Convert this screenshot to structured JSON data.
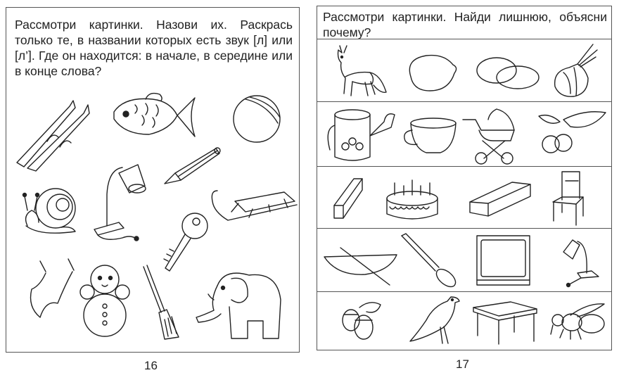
{
  "left_page": {
    "instruction": "Рассмотри картинки. Назови их. Раскрась только те, в названии которых есть звук [л] или [л’]. Где он находится: в начале, в середине или в конце слова?",
    "page_number": "16",
    "pictures": [
      "skis",
      "fish",
      "ball",
      "pencil",
      "snail",
      "desk-lamp",
      "sled",
      "key",
      "jump-rope",
      "roly-poly-doll",
      "broom",
      "elephant"
    ]
  },
  "right_page": {
    "instruction": "Рассмотри картинки. Найди лишнюю, объясни почему?",
    "page_number": "17",
    "rows": [
      {
        "pictures": [
          "fox",
          "lemon",
          "potatoes",
          "onion"
        ]
      },
      {
        "pictures": [
          "watering-can",
          "cup",
          "baby-stroller",
          "raspberries"
        ]
      },
      {
        "pictures": [
          "block",
          "cake",
          "pencil-case",
          "chair"
        ]
      },
      {
        "pictures": [
          "boat",
          "spoon",
          "tv",
          "desk-lamp"
        ]
      },
      {
        "pictures": [
          "acorns",
          "pigeon",
          "table",
          "bee"
        ]
      }
    ]
  }
}
